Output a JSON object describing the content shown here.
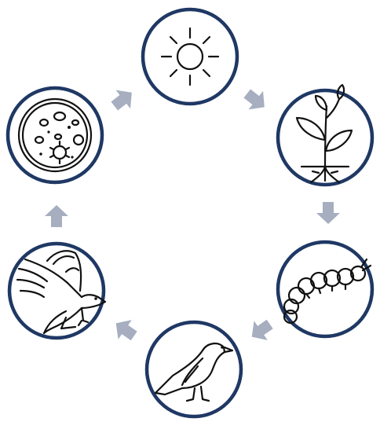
{
  "diagram": {
    "type": "cycle",
    "stages": [
      {
        "id": "sun",
        "icon": "sun-icon"
      },
      {
        "id": "plant",
        "icon": "plant-icon"
      },
      {
        "id": "caterpillar",
        "icon": "caterpillar-icon"
      },
      {
        "id": "bird",
        "icon": "bird-icon"
      },
      {
        "id": "eagle",
        "icon": "eagle-icon"
      },
      {
        "id": "decomposers",
        "icon": "microbes-icon"
      }
    ],
    "flow": [
      "sun",
      "plant",
      "caterpillar",
      "bird",
      "eagle",
      "decomposers",
      "sun"
    ],
    "colors": {
      "ring": "#1f3864",
      "arrow": "#a6aec0",
      "icon": "#111111",
      "background": "#ffffff"
    }
  }
}
